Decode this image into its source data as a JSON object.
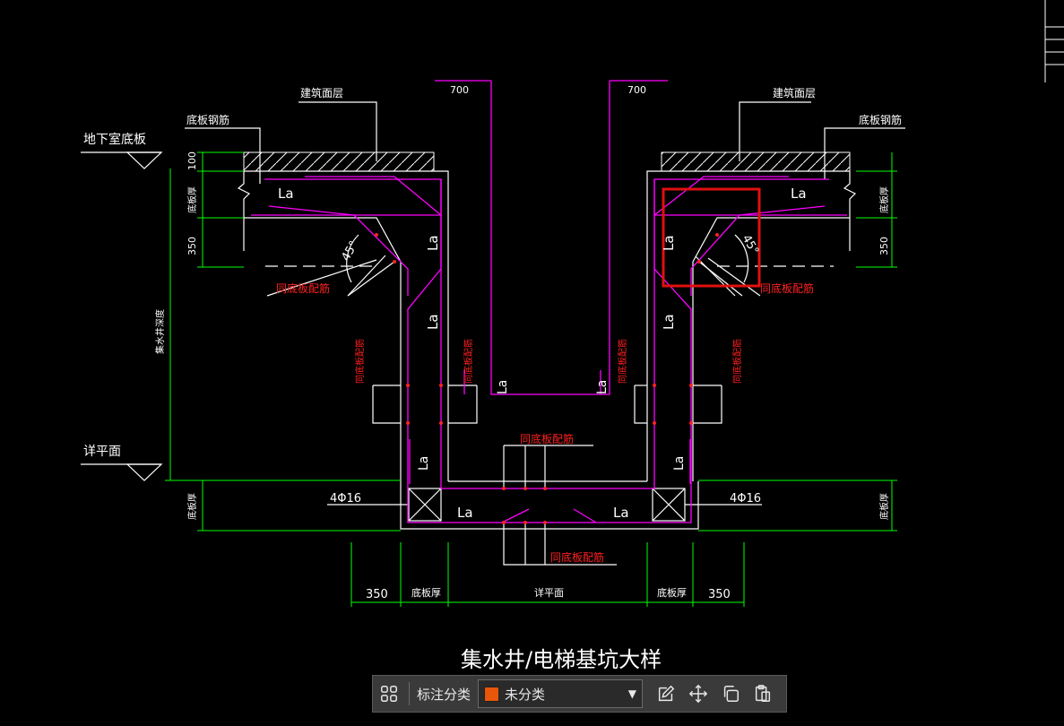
{
  "drawing": {
    "title": "集水井/电梯基坑大样",
    "labels": {
      "basement_floor": "地下室底板",
      "slab_rebar": "底板钢筋",
      "arch_finish": "建筑面层",
      "dim_700": "700",
      "dim_100": "100",
      "slab_thickness": "底板厚",
      "dim_350": "350",
      "la": "La",
      "angle_45": "45°",
      "same_slab_rebar": "同底板配筋",
      "pit_depth": "集水井深度",
      "detail_level": "详平面",
      "rebar_4phi16": "4Φ16"
    }
  },
  "toolbar": {
    "label": "标注分类",
    "category_value": "未分类",
    "swatch_color": "#e8560a",
    "icons": [
      "grid-icon",
      "edit-icon",
      "move-icon",
      "copy-icon",
      "paste-icon"
    ]
  },
  "colors": {
    "background": "#000000",
    "structure": "#ffffff",
    "rebar": "#ff00ff",
    "dimension": "#00ff00",
    "annotation_red": "#ff1a1a",
    "highlight": "#e01010"
  }
}
